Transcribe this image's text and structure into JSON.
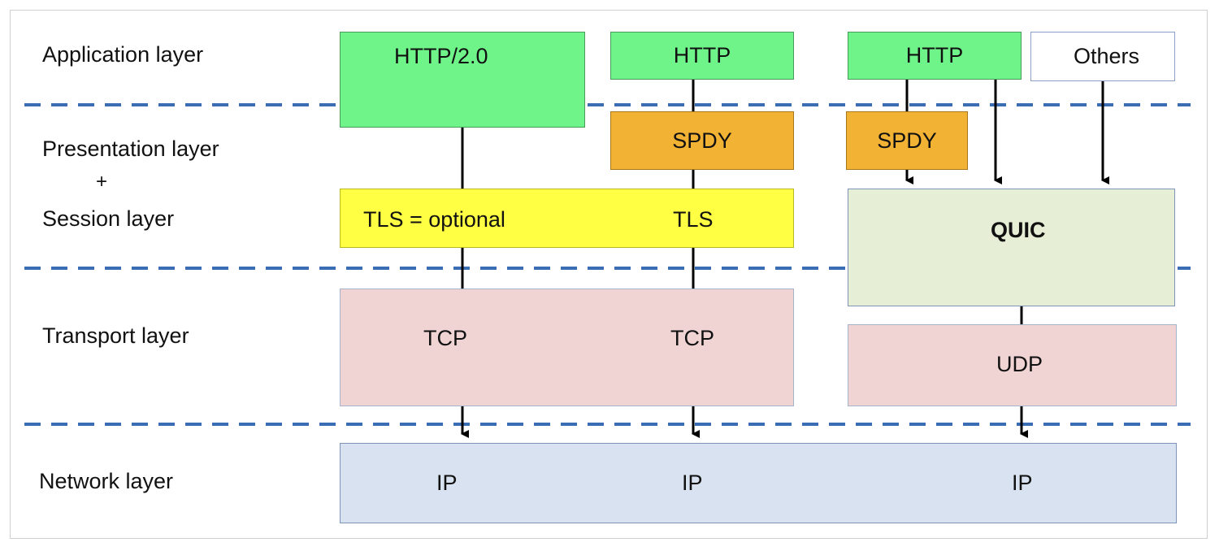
{
  "layers": {
    "application": "Application layer",
    "presentation": "Presentation layer",
    "plus": "+",
    "session": "Session layer",
    "transport": "Transport layer",
    "network": "Network layer"
  },
  "stacks": {
    "http2": {
      "app": "HTTP/2.0",
      "tls": "TLS = optional",
      "transport": "TCP",
      "network": "IP"
    },
    "spdy_tcp": {
      "app": "HTTP",
      "session": "SPDY",
      "tls": "TLS",
      "transport": "TCP",
      "network": "IP"
    },
    "quic": {
      "app_http": "HTTP",
      "app_others": "Others",
      "session": "SPDY",
      "quic": "QUIC",
      "transport": "UDP",
      "network": "IP"
    }
  },
  "colors": {
    "application": "#6ff48a",
    "spdy": "#f2b233",
    "tls": "#ffff44",
    "quic": "#e6eed6",
    "transport": "#f0d4d4",
    "network": "#d8e2f0",
    "others": "#ffffff",
    "dashed_divider": "#3b6db5"
  }
}
